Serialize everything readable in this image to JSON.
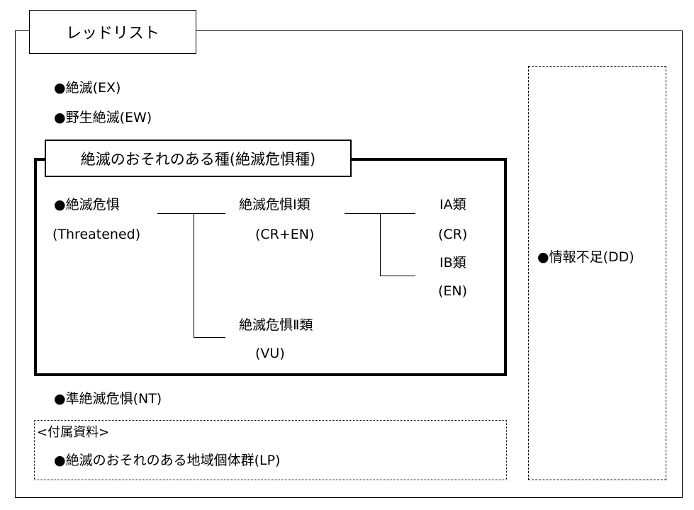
{
  "title": "レッドリスト",
  "categories": {
    "ex": "●絶滅(EX)",
    "ew": "●野生絶滅(EW)",
    "nt": "●準絶滅危惧(NT)",
    "dd": "●情報不足(DD)"
  },
  "threatened_group": {
    "title": "絶滅のおそれのある種(絶滅危惧種)",
    "root_label": "●絶滅危惧",
    "root_sub": "(Threatened)",
    "class1_label": "絶滅危惧Ⅰ類",
    "class1_sub": "(CR+EN)",
    "class2_label": "絶滅危惧Ⅱ類",
    "class2_sub": "(VU)",
    "ia_label": "ⅠA類",
    "ia_sub": "(CR)",
    "ib_label": "ⅠB類",
    "ib_sub": "(EN)"
  },
  "supplementary": {
    "header": "<付属資料>",
    "lp": "●絶滅のおそれのある地域個体群(LP)"
  }
}
